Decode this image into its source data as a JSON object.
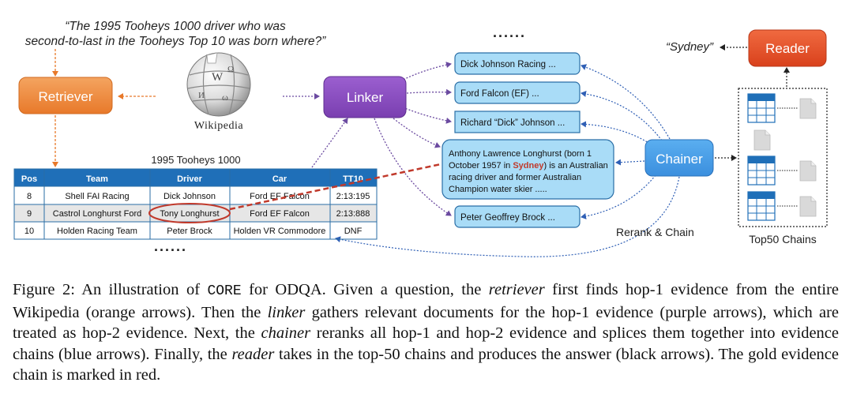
{
  "question": {
    "line1": "“The 1995 Tooheys 1000 driver who was",
    "line2": "second-to-last in the Tooheys Top 10 was born where?”"
  },
  "wikipedia": {
    "label": "Wikipedia"
  },
  "modules": {
    "retriever": "Retriever",
    "linker": "Linker",
    "chainer": "Chainer",
    "reader": "Reader"
  },
  "answer": "“Sydney”",
  "ellipsis_top": "......",
  "ellipsis_bottom": "......",
  "table": {
    "title": "1995 Tooheys 1000",
    "headers": [
      "Pos",
      "Team",
      "Driver",
      "Car",
      "TT10"
    ],
    "rows": [
      [
        "8",
        "Shell FAI Racing",
        "Dick Johnson",
        "Ford EF Falcon",
        "2:13:195"
      ],
      [
        "9",
        "Castrol Longhurst Ford",
        "Tony Longhurst",
        "Ford EF Falcon",
        "2:13:888"
      ],
      [
        "10",
        "Holden Racing Team",
        "Peter Brock",
        "Holden VR Commodore",
        "DNF"
      ]
    ]
  },
  "documents": {
    "doc1": "Dick Johnson Racing ...",
    "doc2": "Ford Falcon (EF) ...",
    "doc3": "Richard “Dick” Johnson ...",
    "doc4": {
      "line1": "Anthony Lawrence Longhurst (born 1",
      "line2_before": "October 1957 in ",
      "line2_highlight": "Sydney",
      "line2_after": ") is an Australian",
      "line3": "racing driver and former Australian",
      "line4": "Champion water skier ....."
    },
    "doc5": "Peter Geoffrey Brock ..."
  },
  "rerank_label": "Rerank & Chain",
  "top_chains_label": "Top50 Chains",
  "caption": {
    "t1": "Figure 2: An illustration of ",
    "core": "CORE",
    "t2": " for ODQA. Given a question, the ",
    "retriever": "retriever",
    "t3": " first finds hop-1 evidence from the entire Wikipedia (orange arrows). Then the ",
    "linker": "linker",
    "t4": " gathers relevant documents for the hop-1 evidence (purple arrows), which are treated as hop-2 evidence. Next, the ",
    "chainer": "chainer",
    "t5": " reranks all hop-1 and hop-2 evidence and splices them together into evidence chains (blue arrows). Finally, the ",
    "reader": "reader",
    "t6": " takes in the top-50 chains and produces the answer (black arrows). The gold evidence chain is marked in red."
  },
  "colors": {
    "retriever": "#e8792a",
    "linker": "#7a3fb0",
    "chainer": "#3b8fde",
    "reader": "#e04a22",
    "doc_fill": "#a9dcf7",
    "doc_stroke": "#2a6ea6",
    "table_header": "#1f6fb8",
    "table_highlight": "#e6e6e6",
    "gold_red": "#c0392b",
    "orange_arrow": "#e8792a",
    "purple_arrow": "#6b4aa0",
    "blue_arrow": "#2f5fb5"
  },
  "icons": [
    "wikipedia-globe-icon",
    "table-icon",
    "document-icon"
  ]
}
